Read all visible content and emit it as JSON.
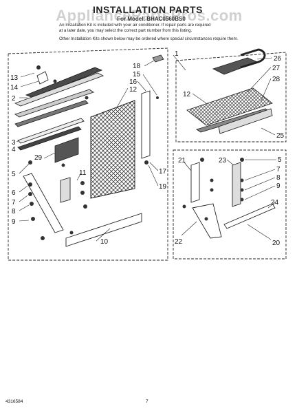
{
  "header": {
    "title": "INSTALLATION PARTS",
    "subtitle": "For Model: BHAC0560BS0",
    "watermark": "AppliancePartsPros.com"
  },
  "notes": [
    "An Installation Kit is included with your air conditioner. If repair parts are required",
    "at a later date, you may select the correct part number from this listing.",
    "Other Installation Kits shown below may be ordered where special circumstances require them."
  ],
  "callouts": {
    "main": [
      "1",
      "13",
      "14",
      "2",
      "3",
      "4",
      "29",
      "5",
      "6",
      "7",
      "8",
      "9",
      "11",
      "10",
      "18",
      "15",
      "16",
      "12",
      "17",
      "19"
    ],
    "kit_top": [
      "26",
      "27",
      "28",
      "12",
      "25"
    ],
    "kit_bottom": [
      "21",
      "23",
      "5",
      "7",
      "8",
      "9",
      "24",
      "22",
      "20"
    ]
  },
  "footer": {
    "doc_number": "4316584",
    "page_number": "7"
  }
}
